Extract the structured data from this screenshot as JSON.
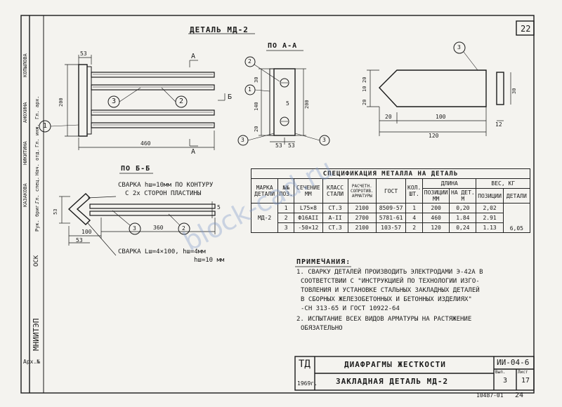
{
  "sheet_number": "22",
  "page_bottom": "24",
  "archive_number": "10487-01",
  "detail_title": "ДЕТАЛЬ МД-2",
  "section_aa": "ПО А-А",
  "section_bb": "ПО Б-Б",
  "cut_a": "А",
  "cut_b": "Б",
  "callouts": [
    "1",
    "2",
    "3"
  ],
  "dims_plan": {
    "d53": "53",
    "d200": "200",
    "d460": "460"
  },
  "dims_aa": {
    "d30": "30",
    "d140": "140",
    "d200": "200",
    "d20": "20",
    "d53a": "53",
    "d53b": "53",
    "d5": "5"
  },
  "dims_plate": {
    "d20a": "20",
    "d10": "10",
    "d20b": "20",
    "d20c": "20",
    "d100": "100",
    "d120": "120",
    "d30": "30",
    "d12": "12"
  },
  "dims_bb": {
    "d53a": "53",
    "d100": "100",
    "d360": "360",
    "d53b": "53",
    "d5": "5"
  },
  "weld_notes": {
    "line1": "СВАРКА hш=10мм ПО КОНТУРУ",
    "line2": "С 2х СТОРОН ПЛАСТИНЫ",
    "line3": "СВАРКА Lш=4×100, hш=4мм",
    "line4": "hш=10 мм"
  },
  "spec": {
    "title": "СПЕЦИФИКАЦИЯ МЕТАЛЛА НА ДЕТАЛЬ",
    "h_mark": "МАРКА ДЕТАЛИ",
    "h_pos": "№№ ПОЗ.",
    "h_section": "СЕЧЕНИЕ ММ",
    "h_class": "КЛАСС СТАЛИ",
    "h_calc": "РАСЧЕТН. СОПРОТИВ. АРМАТУРЫ",
    "h_gost": "ГОСТ",
    "h_qty": "КОЛ. ШТ.",
    "h_length": "ДЛИНА",
    "h_len_pos": "ПОЗИЦИИ ММ",
    "h_len_det": "НА ДЕТ. М",
    "h_weight": "ВЕС, КГ",
    "h_w_pos": "ПОЗИЦИИ",
    "h_w_det": "ДЕТАЛИ",
    "mark": "МД-2",
    "detail_total": "6,05",
    "rows": [
      {
        "pos": "1",
        "section": "L75×8",
        "cls": "СТ.3",
        "calc": "2100",
        "gost": "8509-57",
        "qty": "1",
        "len_pos": "200",
        "len_det": "0,20",
        "w_pos": "2,02"
      },
      {
        "pos": "2",
        "section": "Ф16АII",
        "cls": "А-II",
        "calc": "2700",
        "gost": "5781-61",
        "qty": "4",
        "len_pos": "460",
        "len_det": "1.84",
        "w_pos": "2.91"
      },
      {
        "pos": "3",
        "section": "-50×12",
        "cls": "СТ.3",
        "calc": "2100",
        "gost": "103-57",
        "qty": "2",
        "len_pos": "120",
        "len_det": "0,24",
        "w_pos": "1.13"
      }
    ]
  },
  "notes": {
    "title": "ПРИМЕЧАНИЯ:",
    "n1_1": "1. СВАРКУ ДЕТАЛЕЙ ПРОИЗВОДИТЬ ЭЛЕКТРОДАМИ Э-42А В",
    "n1_2": "СООТВЕТСТВИИ С \"ИНСТРУКЦИЕЙ ПО ТЕХНОЛОГИИ ИЗГО-",
    "n1_3": "ТОВЛЕНИЯ И УСТАНОВКЕ СТАЛЬНЫХ ЗАКЛАДНЫХ ДЕТАЛЕЙ",
    "n1_4": "В СБОРНЫХ ЖЕЛЕЗОБЕТОННЫХ И БЕТОННЫХ ИЗДЕЛИЯХ\"",
    "n1_5": "-СН 313-65 И ГОСТ 10922-64",
    "n2_1": "2. ИСПЫТАНИЕ ВСЕХ ВИДОВ АРМАТУРЫ НА РАСТЯЖЕНИЕ",
    "n2_2": "ОБЯЗАТЕЛЬНО"
  },
  "title_block": {
    "td": "ТД",
    "year": "1969г.",
    "title1": "ДИАФРАГМЫ ЖЕСТКОСТИ",
    "title2": "ЗАКЛАДНАЯ ДЕТАЛЬ МД-2",
    "code": "ИИ-04-6",
    "vyp_label": "Вып.",
    "vyp": "3",
    "sheet_label": "Лист",
    "sheet": "17"
  },
  "sidebar": {
    "org": "МНИИТЭП",
    "osk": "ОСК",
    "arch": "Арх.№",
    "stamp_rows": [
      "КОПЫЛОВА",
      "АНОХИНА",
      "НИКИТИНА",
      "КАЗАКОВА",
      "Рук. бриг.",
      "Гл. спец.",
      "Нач. отд.",
      "Гл. инж.",
      "Гл. арх."
    ]
  },
  "watermark": "block-cad.ru"
}
